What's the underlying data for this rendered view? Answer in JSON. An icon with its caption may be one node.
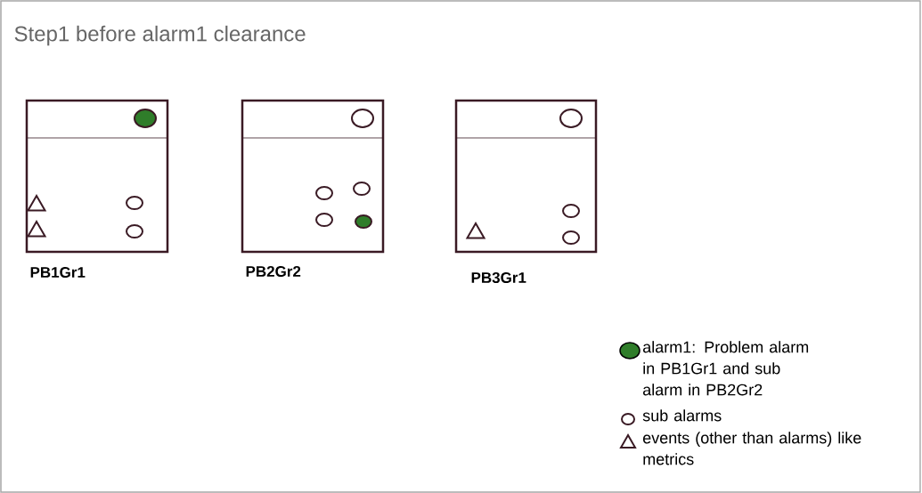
{
  "diagram": {
    "title": "Step1 before alarm1 clearance",
    "nodes": [
      {
        "text": [
          "PB1Gr1"
        ]
      },
      {
        "text": [],
        "shape": "circle",
        "in": 0
      },
      {
        "text": [],
        "shape": "triangle",
        "in": 0
      },
      {
        "text": [],
        "shape": "circle",
        "in": 0
      },
      {
        "text": [],
        "shape": "triangle",
        "in": 0
      },
      {
        "text": [],
        "shape": "circle",
        "in": 0
      },
      {
        "text": [
          "PB2Gr2"
        ]
      },
      {
        "text": [],
        "shape": "circle",
        "in": 6
      },
      {
        "text": [],
        "shape": "circle",
        "in": 6
      },
      {
        "text": [],
        "shape": "circle",
        "in": 6
      },
      {
        "text": [],
        "shape": "circle",
        "in": 6
      },
      {
        "text": [],
        "shape": "circle",
        "in": 6
      },
      {
        "text": [
          "PB3Gr1"
        ]
      },
      {
        "text": [],
        "shape": "circle",
        "in": 12
      },
      {
        "text": [],
        "shape": "circle",
        "in": 12
      },
      {
        "text": [],
        "shape": "triangle",
        "in": 12
      },
      {
        "text": [],
        "shape": "circle",
        "in": 12
      }
    ],
    "legend": [
      {
        "text": "alarm1: Problem alarm in PB1Gr1 and sub alarm in PB2Gr2",
        "color": "#2f7d2a"
      },
      {
        "text": "sub alarms"
      },
      {
        "text": "events (other than alarms) like metrics"
      }
    ]
  }
}
